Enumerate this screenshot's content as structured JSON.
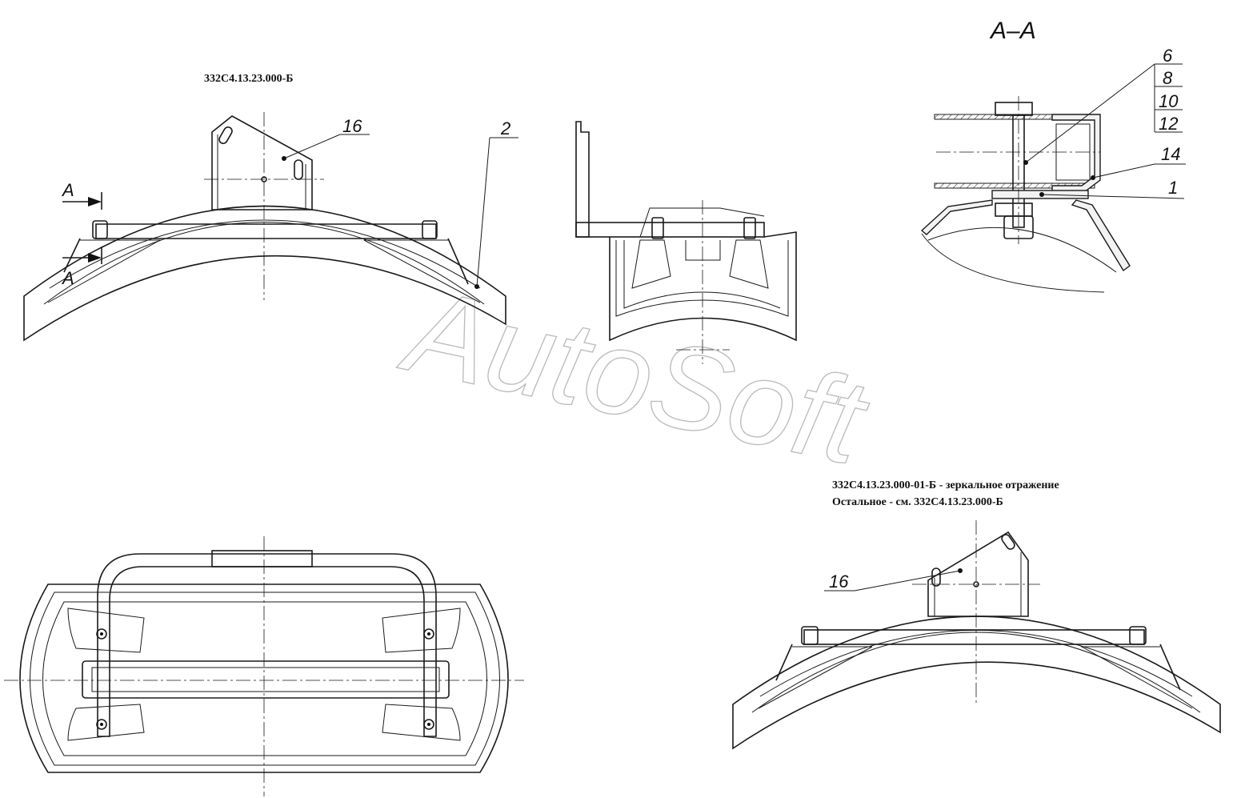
{
  "titles": {
    "main_designation": "332С4.13.23.000-Б",
    "mirror_note_1": "332С4.13.23.000-01-Б - зеркальное отражение",
    "mirror_note_2": "Остальное - см. 332С4.13.23.000-Б"
  },
  "section": {
    "label": "А–А",
    "marker": "А"
  },
  "callouts": {
    "front_bracket": "16",
    "front_fender": "2",
    "mirror_bracket": "16",
    "section_stack": [
      "6",
      "8",
      "10",
      "12"
    ],
    "section_right": "14",
    "section_lower": "1"
  },
  "watermark": "AutoSoft"
}
